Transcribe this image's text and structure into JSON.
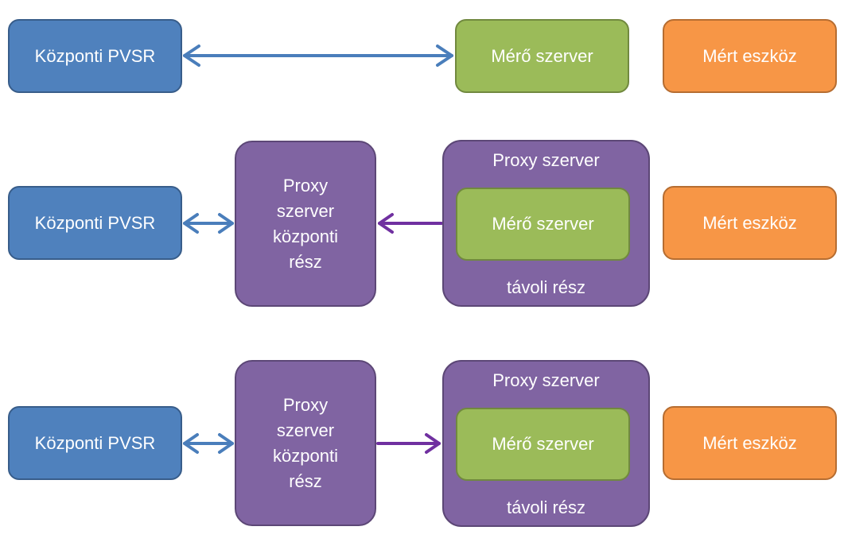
{
  "colors": {
    "blue": "#4f81bd",
    "green": "#9bbb59",
    "orange": "#f79646",
    "purple": "#8064a2",
    "arrow_blue": "#4a7ebb",
    "arrow_purple": "#7030a0"
  },
  "row1": {
    "pvsr": "Központi PVSR",
    "meter_server": "Mérő szerver",
    "device": "Mért eszköz"
  },
  "row2": {
    "pvsr": "Központi PVSR",
    "proxy_center": "Proxy\nszerver\nközponti\nrész",
    "proxy_remote_title": "Proxy szerver",
    "meter_server": "Mérő szerver",
    "proxy_remote_footer": "távoli rész",
    "device": "Mért eszköz"
  },
  "row3": {
    "pvsr": "Központi PVSR",
    "proxy_center": "Proxy\nszerver\nközponti\nrész",
    "proxy_remote_title": "Proxy szerver",
    "meter_server": "Mérő szerver",
    "proxy_remote_footer": "távoli rész",
    "device": "Mért eszköz"
  }
}
